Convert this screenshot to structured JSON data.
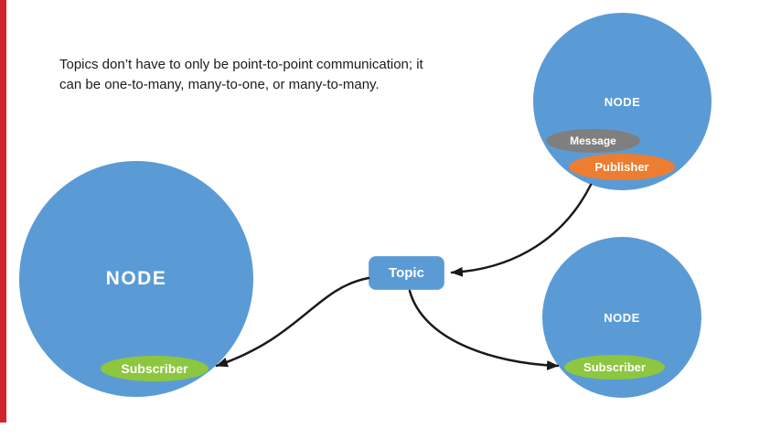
{
  "caption": {
    "line1": "Topics don’t have to only be point-to-point communication; it",
    "line2": "can be one-to-many, many-to-one, or many-to-many."
  },
  "topic": {
    "label": "Topic"
  },
  "nodes": {
    "left": {
      "label": "NODE",
      "subscriber": "Subscriber"
    },
    "top_right": {
      "label": "NODE",
      "message": "Message",
      "publisher": "Publisher"
    },
    "bottom_right": {
      "label": "NODE",
      "subscriber": "Subscriber"
    }
  },
  "colors": {
    "node_blue": "#5B9BD5",
    "topic_blue": "#5B9BD5",
    "subscriber_green": "#8DC63F",
    "publisher_orange": "#ED7D31",
    "message_gray": "#7F7F7F",
    "left_accent_red": "#D2232A",
    "arrow_black": "#1A1A1A"
  }
}
